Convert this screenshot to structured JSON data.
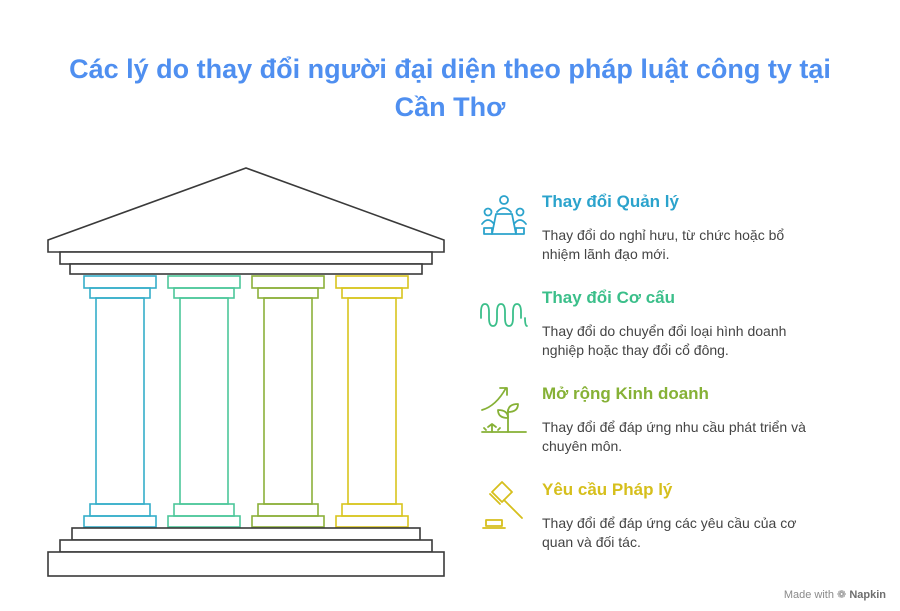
{
  "title": {
    "line1": "Các lý do thay đổi người đại diện theo pháp luật công ty tại",
    "line2": "Cần Thơ"
  },
  "colors": {
    "title": "#4f8ff0",
    "outline": "#3a3a3a",
    "pillar_blue": "#35aec9",
    "pillar_green": "#4cc79a",
    "pillar_olive": "#8cb03a",
    "pillar_yellow": "#d8c51e"
  },
  "items": [
    {
      "title": "Thay đổi Quản lý",
      "desc": "Thay đổi do nghỉ hưu, từ chức hoặc bổ nhiệm lãnh đạo mới.",
      "color": "#2ba3cc",
      "icon": "team-meeting-icon"
    },
    {
      "title": "Thay đổi Cơ cấu",
      "desc": "Thay đổi do chuyển đổi loại hình doanh nghiệp hoặc thay đổi cổ đông.",
      "color": "#3bbf8a",
      "icon": "waveform-icon"
    },
    {
      "title": "Mở rộng Kinh doanh",
      "desc": "Thay đổi để đáp ứng nhu cầu phát triển và chuyên môn.",
      "color": "#86b136",
      "icon": "growth-plant-icon"
    },
    {
      "title": "Yêu cầu Pháp lý",
      "desc": "Thay đổi để đáp ứng các yêu cầu của cơ quan và đối tác.",
      "color": "#d6bf1c",
      "icon": "gavel-icon"
    }
  ],
  "footer": {
    "made_with": "Made with",
    "brand": "Napkin"
  }
}
